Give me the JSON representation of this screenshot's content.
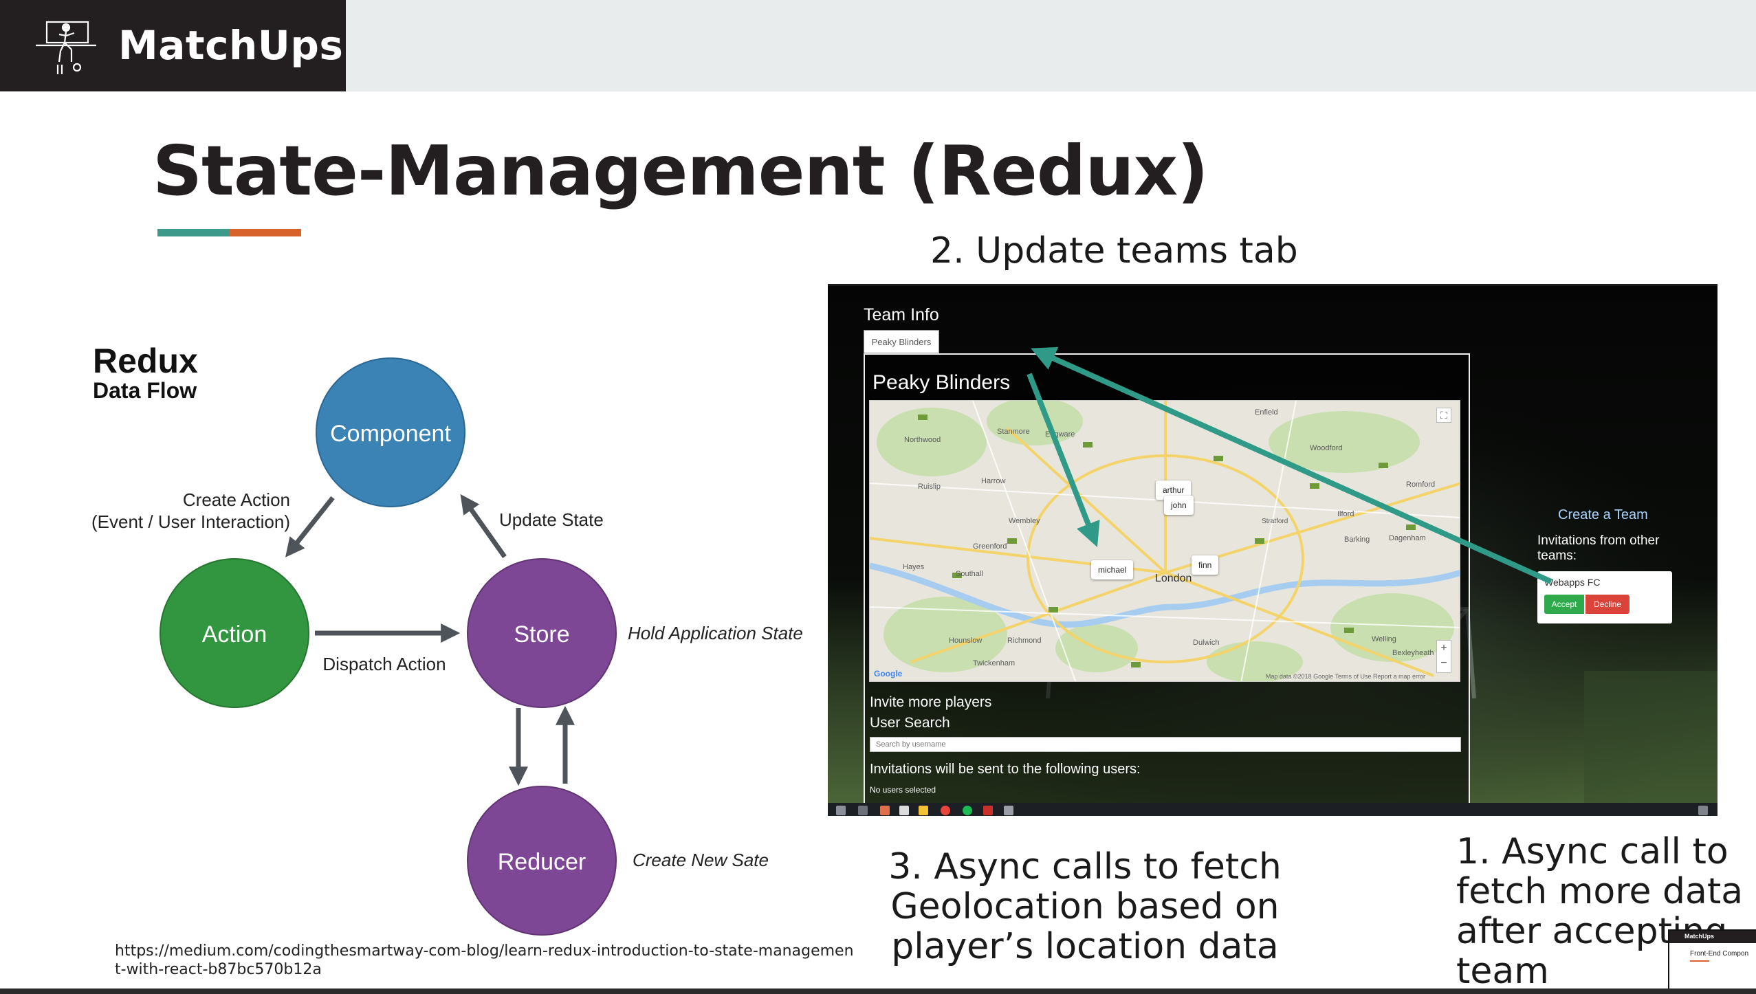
{
  "brand": {
    "name": "MatchUps"
  },
  "slide": {
    "title": "State-Management (Redux)"
  },
  "diagram": {
    "heading": "Redux",
    "subheading": "Data Flow",
    "nodes": {
      "component": "Component",
      "action": "Action",
      "store": "Store",
      "reducer": "Reducer"
    },
    "labels": {
      "create_action_line1": "Create Action",
      "create_action_line2": "(Event / User Interaction)",
      "update_state": "Update State",
      "dispatch_action": "Dispatch Action",
      "hold_state": "Hold Application State",
      "create_new_state": "Create New Sate"
    },
    "colors": {
      "component": "#3b83b5",
      "action": "#31963f",
      "store": "#7e4796",
      "reducer": "#7e4796",
      "arrow": "#4f535a"
    }
  },
  "captions": {
    "step2": "2. Update teams tab",
    "step3": "3. Async calls to fetch Geolocation based on player’s location data",
    "step1": "1. Async call to fetch more data after accepting team"
  },
  "source_url": "https://medium.com/codingthesmartway-com-blog/learn-redux-introduction-to-state-managemen t-with-react-b87bc570b12a",
  "app": {
    "team_info": "Team Info",
    "tab_label": "Peaky Blinders",
    "team_name": "Peaky Blinders",
    "map": {
      "players": [
        "arthur",
        "john",
        "michael",
        "finn"
      ],
      "places": [
        "London",
        "Harrow",
        "Wembley",
        "Hayes",
        "Hounslow",
        "Richmond",
        "Twickenham",
        "Romford",
        "Ilford",
        "Barking",
        "Dagenham",
        "Woodford",
        "Northwood",
        "Stanmore",
        "Edgware",
        "Greenford",
        "Ruislip",
        "Southall",
        "Stratford",
        "Enfield",
        "Dulwich",
        "Welling",
        "Bexleyheath"
      ],
      "copyright": "Map data ©2018 Google  Terms of Use  Report a map error",
      "logo": "Google"
    },
    "invite_more": "Invite more players",
    "user_search": "User Search",
    "search_placeholder": "Search by username",
    "invited_heading": "Invitations will be sent to the following users:",
    "no_users": "No users selected",
    "create_team": "Create a Team",
    "invitations_heading": "Invitations from other teams:",
    "invite_team": "Webapps FC",
    "accept": "Accept",
    "decline": "Decline",
    "arrow_color": "#2e9a87"
  },
  "thumbnail": {
    "brand": "MatchUps",
    "title": "Front-End Compon"
  }
}
